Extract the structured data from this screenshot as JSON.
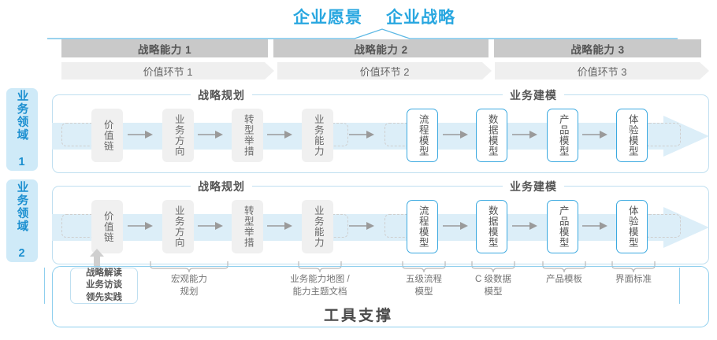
{
  "header": {
    "vision": "企业愿景",
    "strategy": "企业战略"
  },
  "capability_bars": [
    {
      "label": "战略能力 1"
    },
    {
      "label": "战略能力 2"
    },
    {
      "label": "战略能力 3"
    }
  ],
  "value_bars": [
    {
      "label": "价值环节 1"
    },
    {
      "label": "价值环节 2"
    },
    {
      "label": "价值环节 3"
    }
  ],
  "domains": [
    {
      "label": "业务领域 1"
    },
    {
      "label": "业务领域 2"
    }
  ],
  "sections": {
    "planning": "战略规划",
    "modeling": "业务建模"
  },
  "nodes": {
    "planning": [
      {
        "label": "价值链"
      },
      {
        "label": "业务方向"
      },
      {
        "label": "转型举措"
      },
      {
        "label": "业务能力"
      }
    ],
    "modeling": [
      {
        "label": "流程模型"
      },
      {
        "label": "数据模型"
      },
      {
        "label": "产品模型"
      },
      {
        "label": "体验模型"
      }
    ]
  },
  "tools": {
    "title": "工具支撑",
    "chip": {
      "line1": "战略解读",
      "line2": "业务访谈",
      "line3": "领先实践"
    },
    "labels": [
      {
        "line1": "宏观能力",
        "line2": "规划"
      },
      {
        "line1": "业务能力地图 /",
        "line2": "能力主题文档"
      },
      {
        "line1": "五级流程",
        "line2": "模型"
      },
      {
        "line1": "C 级数据",
        "line2": "模型"
      },
      {
        "line1": "产品模板",
        "line2": ""
      },
      {
        "line1": "界面标准",
        "line2": ""
      }
    ]
  },
  "colors": {
    "accent_blue": "#29a7e0",
    "band_blue": "#dceef8",
    "bar_dark": "#c9c9c9",
    "bar_light": "#efefef",
    "node_gray": "#f0f0f0"
  }
}
